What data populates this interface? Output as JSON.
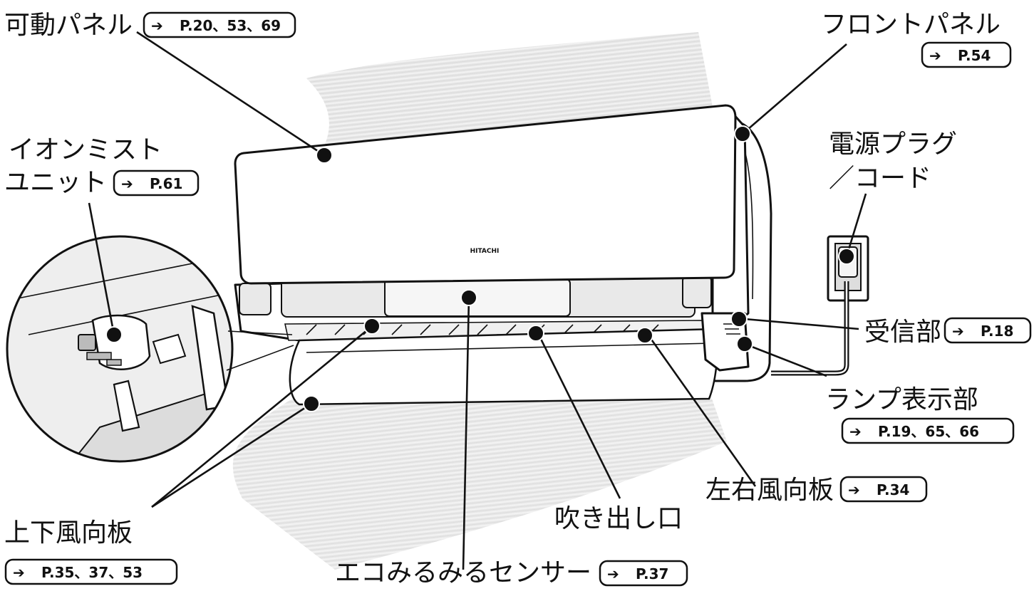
{
  "brand": "HITACHI",
  "callouts": [
    {
      "id": "movable-panel",
      "label": "可動パネル",
      "ref": "P.20、53、69"
    },
    {
      "id": "front-panel",
      "label": "フロントパネル",
      "ref": "P.54"
    },
    {
      "id": "ion-mist-unit",
      "label_lines": [
        "イオンミスト",
        "ユニット"
      ],
      "ref": "P.61"
    },
    {
      "id": "power-plug",
      "label_lines": [
        "電源プラグ",
        "／コード"
      ]
    },
    {
      "id": "receiver",
      "label": "受信部",
      "ref": "P.18"
    },
    {
      "id": "lamp-display",
      "label": "ランプ表示部",
      "ref": "P.19、65、66"
    },
    {
      "id": "lr-louver",
      "label": "左右風向板",
      "ref": "P.34"
    },
    {
      "id": "outlet",
      "label": "吹き出し口"
    },
    {
      "id": "ud-louver",
      "label": "上下風向板",
      "ref": "P.35、37、53"
    },
    {
      "id": "eco-sensor",
      "label": "エコみるみるセンサー",
      "ref": "P.37"
    }
  ],
  "arrow_glyph": "➔",
  "colors": {
    "ink": "#111111",
    "panel_shade": "#e9e9e9",
    "air": "#d6d6d6"
  }
}
